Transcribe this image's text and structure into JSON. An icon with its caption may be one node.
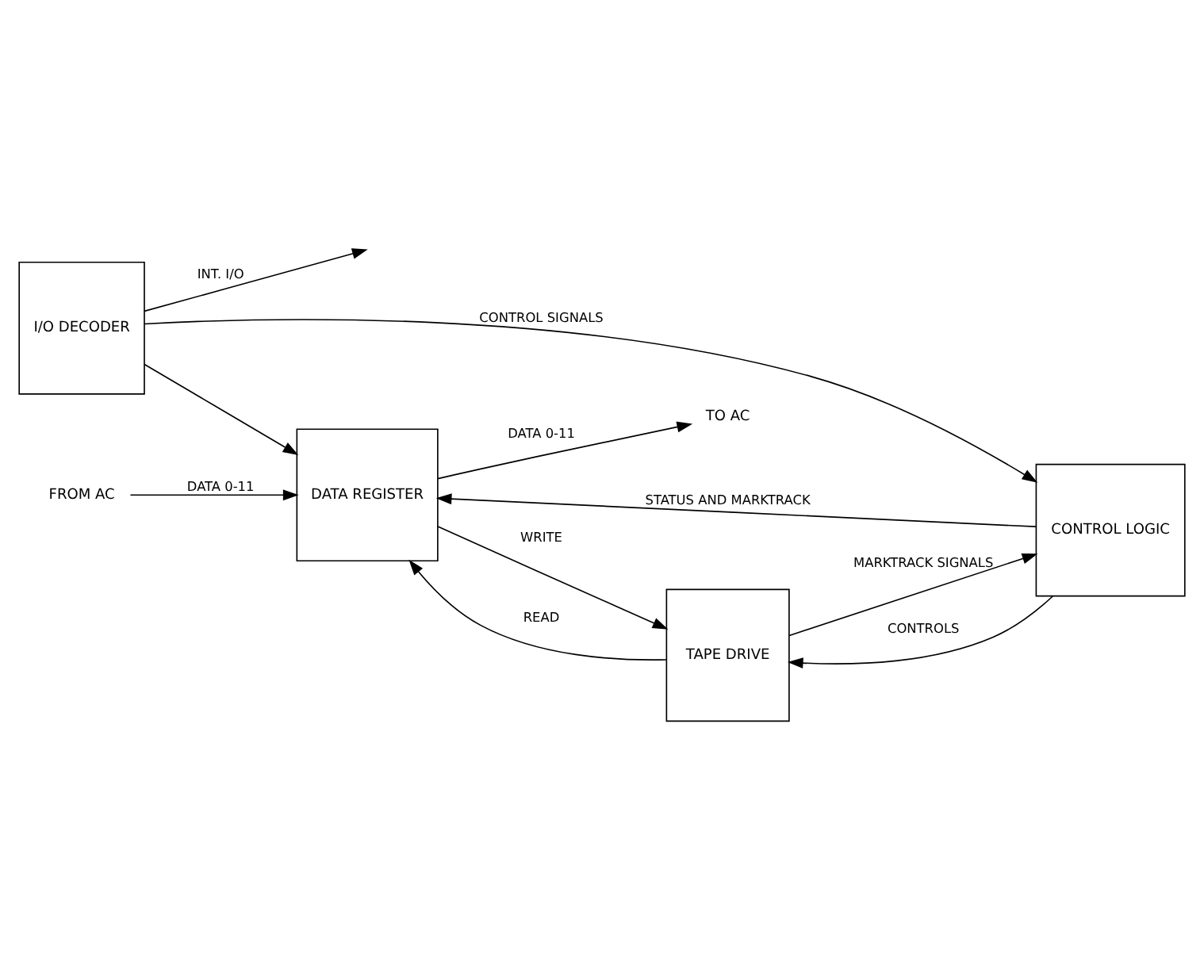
{
  "diagram": {
    "nodes": [
      {
        "text": [
          "I/O DECODER"
        ]
      },
      {
        "text": [
          "DATA REGISTER"
        ]
      },
      {
        "text": [
          "CONTROL LOGIC"
        ]
      },
      {
        "text": [
          "TAPE DRIVE"
        ]
      },
      {
        "text": [
          "FROM AC"
        ]
      },
      {
        "text": [
          "TO AC"
        ]
      }
    ],
    "edges": [
      {
        "from": 0,
        "to": null,
        "arrow": "to",
        "label": "INT. I/O"
      },
      {
        "from": 0,
        "to": 1,
        "arrow": "to"
      },
      {
        "from": 0,
        "to": 2,
        "arrow": "to",
        "label": "CONTROL SIGNALS"
      },
      {
        "from": 4,
        "to": 1,
        "arrow": "to",
        "label": "DATA 0-11"
      },
      {
        "from": 1,
        "to": 5,
        "arrow": "to",
        "label": "DATA 0-11"
      },
      {
        "from": 3,
        "to": 1,
        "arrow": "to",
        "label": "READ"
      },
      {
        "from": 1,
        "to": 3,
        "arrow": "to",
        "label": "WRITE"
      },
      {
        "from": 3,
        "to": 2,
        "arrow": "to",
        "label": "MARKTRACK SIGNALS"
      },
      {
        "from": 2,
        "to": 3,
        "arrow": "to",
        "label": "CONTROLS"
      },
      {
        "from": 2,
        "to": 1,
        "arrow": "to",
        "label": "STATUS AND MARKTRACK"
      }
    ]
  }
}
